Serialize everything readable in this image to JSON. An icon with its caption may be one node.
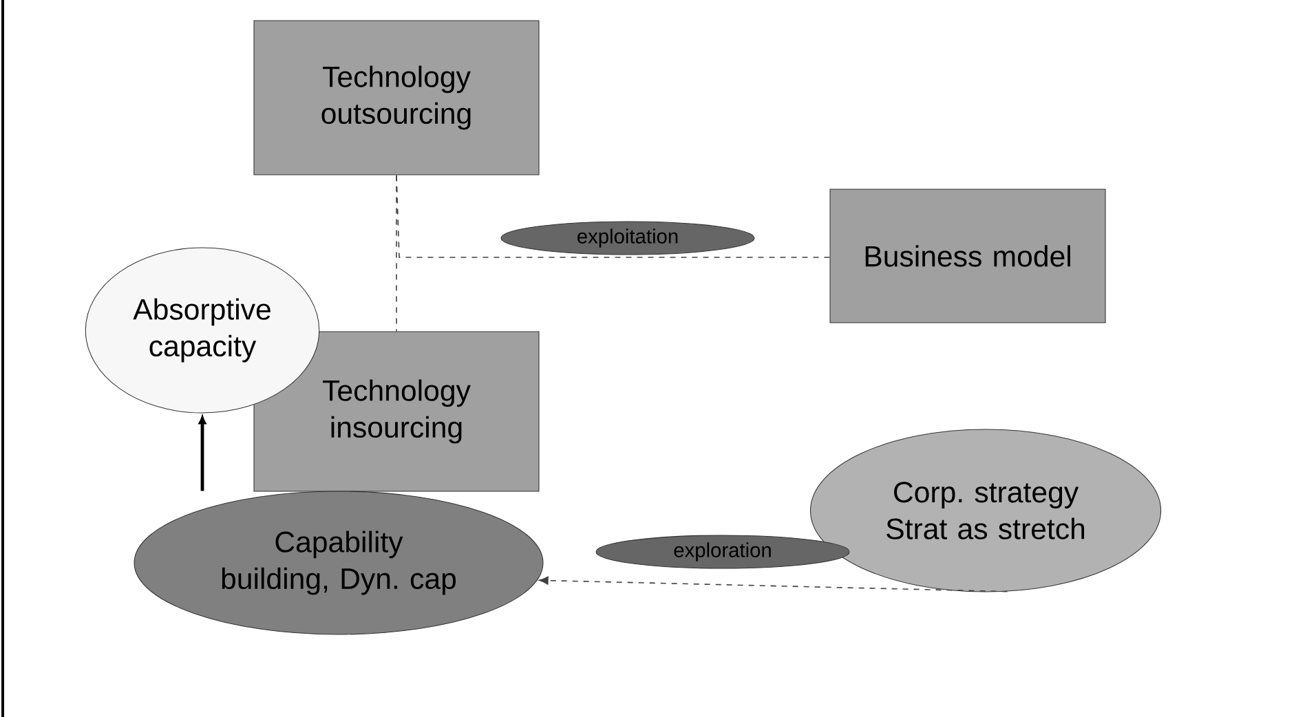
{
  "diagram": {
    "nodes": [
      {
        "text": [
          "Technology outsourcing"
        ]
      },
      {
        "text": [
          "Business model"
        ]
      },
      {
        "text": [
          "Absorptive capacity"
        ]
      },
      {
        "text": [
          "Technology insourcing"
        ]
      },
      {
        "text": [
          "Corp. strategy Strat as stretch"
        ]
      },
      {
        "text": [
          "Capability building, Dyn. cap"
        ]
      }
    ],
    "edges": [
      {
        "from": 0,
        "to": 3,
        "arrow": "none",
        "style": "dashed"
      },
      {
        "from": 1,
        "to": 0,
        "arrow": "none",
        "style": "dashed",
        "label": "exploitation"
      },
      {
        "from": 4,
        "to": 5,
        "arrow": "to",
        "style": "dashed",
        "label": "exploration"
      },
      {
        "from": 5,
        "to": 2,
        "arrow": "to",
        "style": "thick"
      }
    ]
  }
}
